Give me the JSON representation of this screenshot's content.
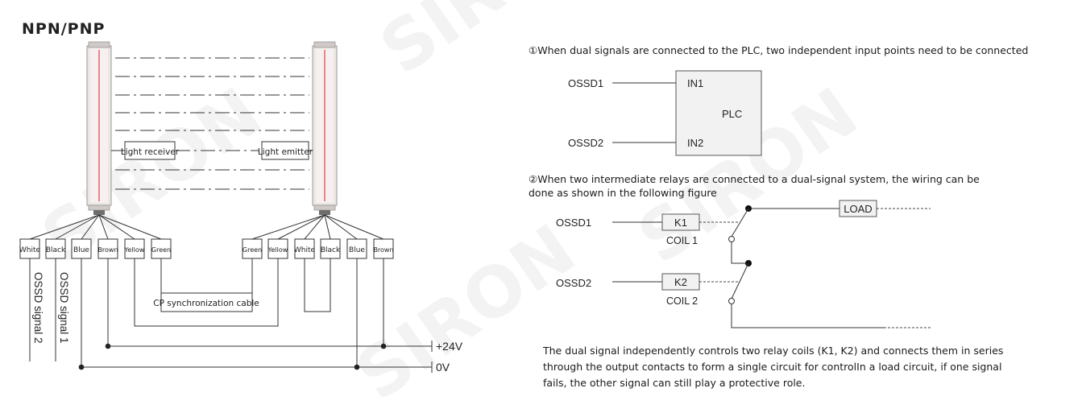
{
  "title": "NPN/PNP",
  "watermark": "SIRON",
  "wiring": {
    "receiver_label": "Light receiver",
    "emitter_label": "Light emitter",
    "receiver_wires": [
      "White",
      "Black",
      "Blue",
      "Brown",
      "Yellow",
      "Green"
    ],
    "emitter_wires": [
      "Green",
      "Yellow",
      "White",
      "Black",
      "Blue",
      "Brown"
    ],
    "ossd_signal_1": "OSSD signal 1",
    "ossd_signal_2": "OSSD signal 2",
    "sync_cable": "CP synchronization cable",
    "plus24": "+24V",
    "zero": "0V"
  },
  "plc_section": {
    "heading": "①When dual signals are connected to the PLC, two independent input points need to be connected",
    "ossd1": "OSSD1",
    "ossd2": "OSSD2",
    "in1": "IN1",
    "in2": "IN2",
    "plc": "PLC"
  },
  "relay_section": {
    "heading_line1": "②When two intermediate relays are connected to a dual-signal system, the wiring can be",
    "heading_line2": "done as shown in the following figure",
    "ossd1": "OSSD1",
    "ossd2": "OSSD2",
    "k1": "K1",
    "k2": "K2",
    "coil1": "COIL 1",
    "coil2": "COIL 2",
    "load": "LOAD"
  },
  "description": [
    "The dual signal independently controls two relay coils (K1, K2) and connects them in series",
    "through the output contacts to form a single circuit for controlIn a load circuit, if one signal",
    "fails, the other signal can still play a protective role."
  ]
}
